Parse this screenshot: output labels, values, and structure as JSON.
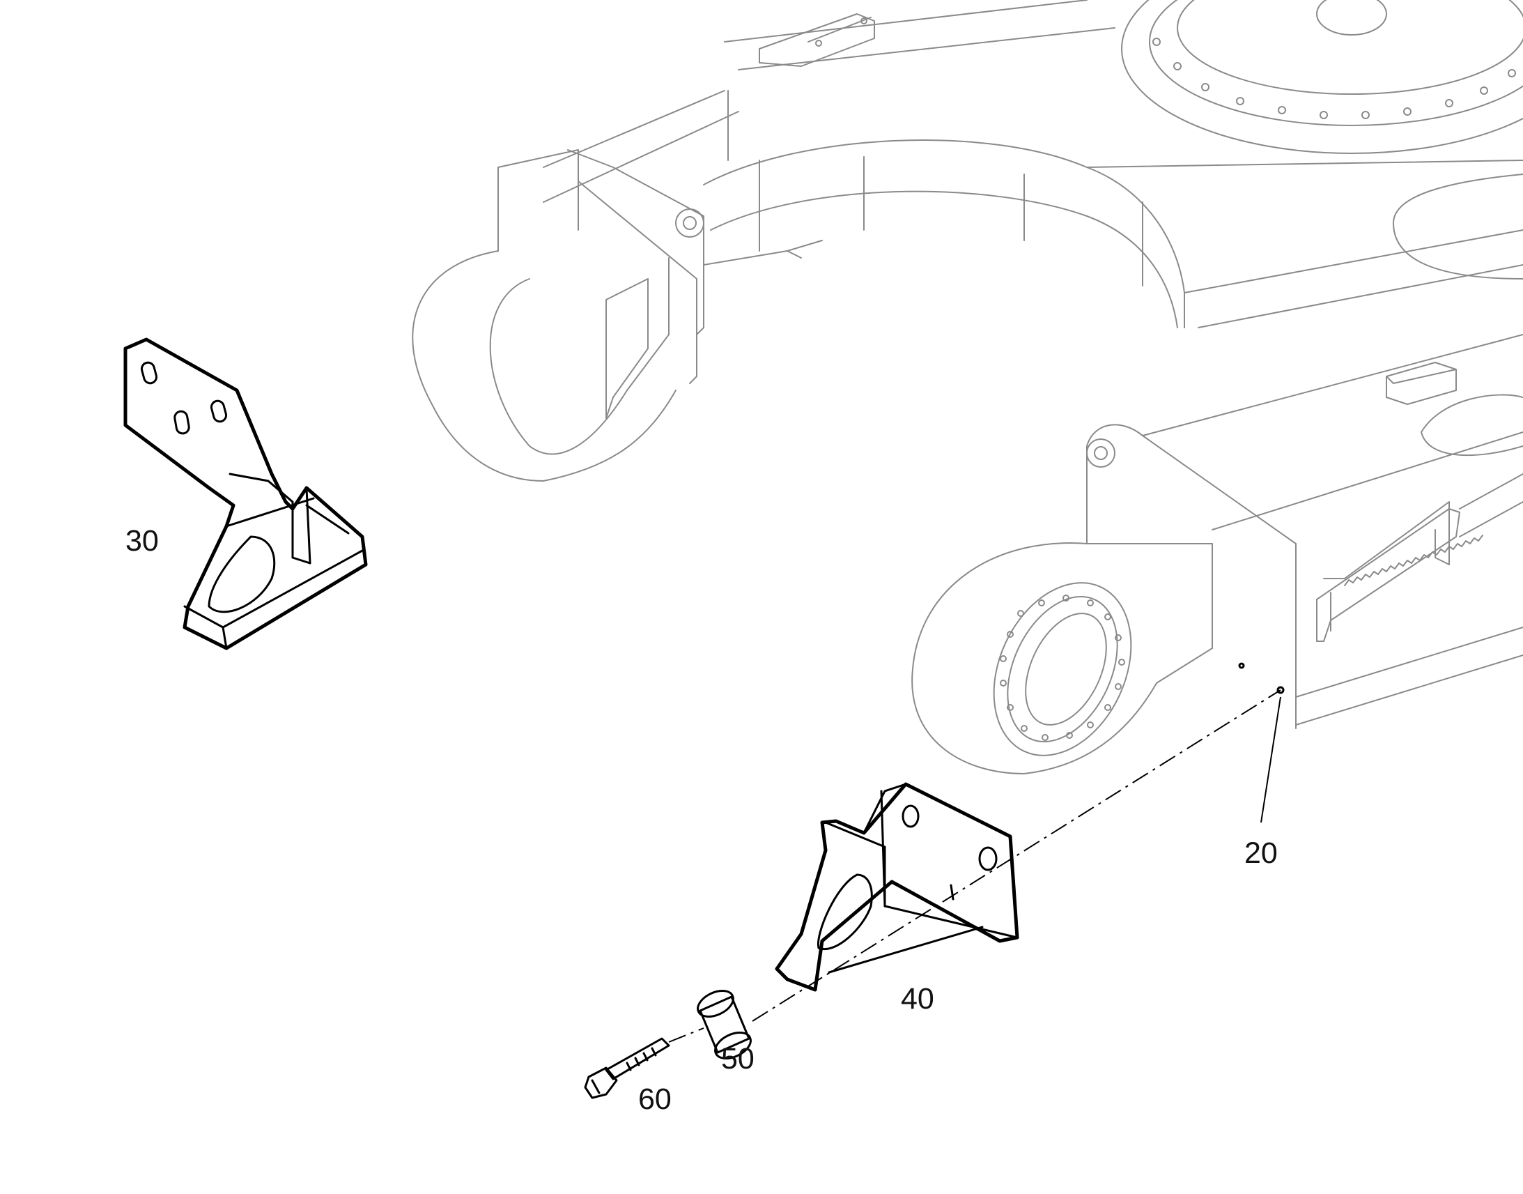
{
  "diagram": {
    "callouts": [
      {
        "id": "20",
        "label": "20",
        "part": "frame"
      },
      {
        "id": "30",
        "label": "30",
        "part": "guard-left"
      },
      {
        "id": "40",
        "label": "40",
        "part": "guard-right"
      },
      {
        "id": "50",
        "label": "50",
        "part": "spacer"
      },
      {
        "id": "60",
        "label": "60",
        "part": "bolt"
      }
    ],
    "colors": {
      "frame_stroke": "#8a8a8a",
      "part_stroke": "#000000",
      "background": "#ffffff"
    }
  }
}
